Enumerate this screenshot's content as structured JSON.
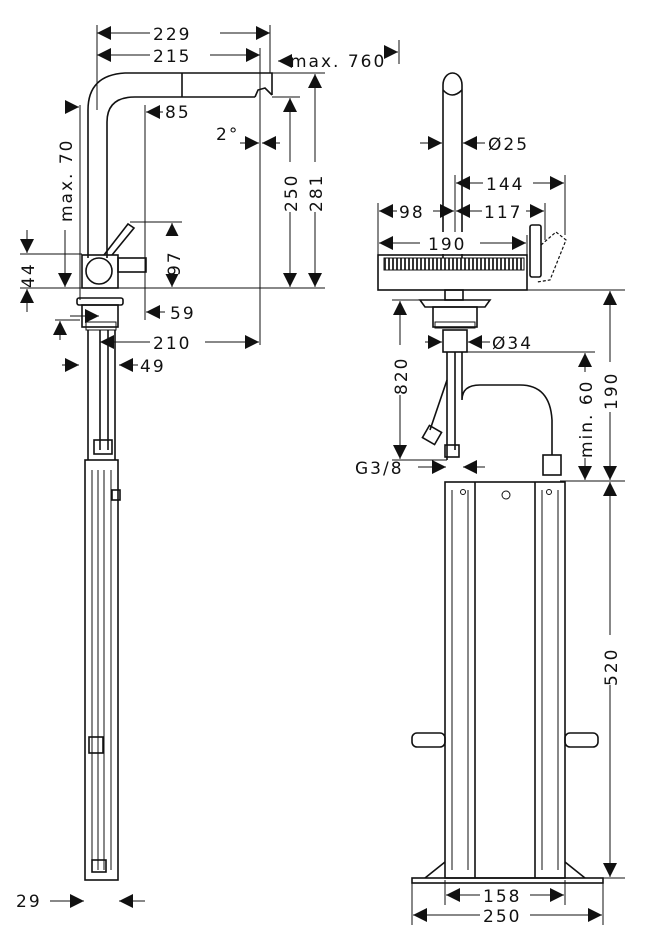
{
  "title": "Kitchen mixer dimension drawing",
  "side_view": {
    "dim_229": "229",
    "dim_215": "215",
    "dim_max760": "max. 760",
    "dim_85": "85",
    "dim_2deg": "2°",
    "dim_250": "250",
    "dim_281": "281",
    "dim_max70": "max. 70",
    "dim_97": "97",
    "dim_44": "44",
    "dim_59": "59",
    "dim_210": "210",
    "dim_49": "49",
    "dim_29": "29"
  },
  "front_view": {
    "dim_d25": "Ø25",
    "dim_144": "144",
    "dim_98": "98",
    "dim_117": "117",
    "dim_190w": "190",
    "dim_d34": "Ø34",
    "dim_820": "820",
    "dim_min60": "min. 60",
    "dim_190h": "190",
    "dim_g38": "G3/8",
    "dim_520": "520",
    "dim_158": "158",
    "dim_250": "250"
  }
}
